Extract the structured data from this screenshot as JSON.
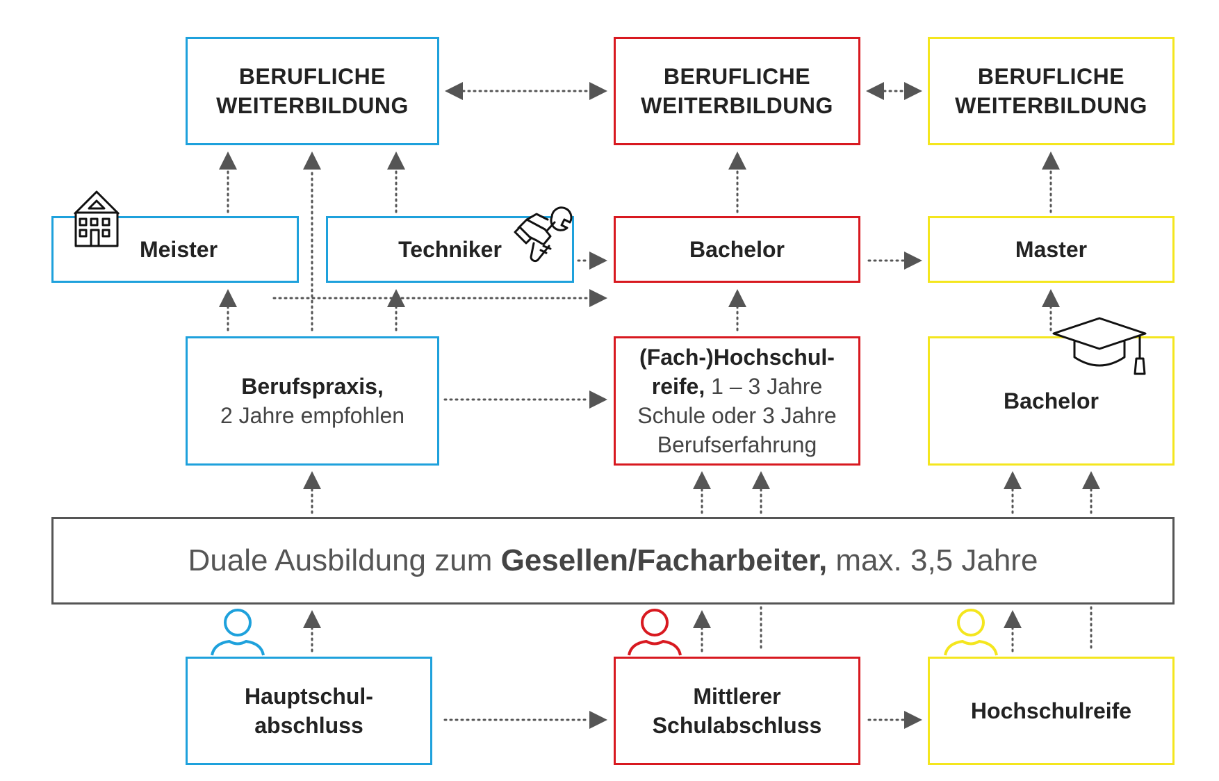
{
  "colors": {
    "blue": "#1ea1dc",
    "red": "#d81920",
    "yellow": "#f4e61e",
    "grey": "#555555",
    "arrow": "#555555"
  },
  "top_row": {
    "blue_head": [
      "BERUFLICHE",
      "WEITERBILDUNG"
    ],
    "red_head": [
      "BERUFLICHE",
      "WEITERBILDUNG"
    ],
    "yellow_head": [
      "BERUFLICHE",
      "WEITERBILDUNG"
    ]
  },
  "second_row": {
    "meister": "Meister",
    "techniker": "Techniker",
    "bachelor_red": "Bachelor",
    "master": "Master"
  },
  "third_row": {
    "berufspraxis_bold": "Berufspraxis,",
    "berufspraxis_rest": "2 Jahre empfohlen",
    "hochschulreife_line1": "(Fach-)Hochschul-",
    "hochschulreife_bold2": "reife,",
    "hochschulreife_rest2": " 1 – 3 Jahre",
    "hochschulreife_line3": "Schule oder 3 Jahre",
    "hochschulreife_line4": "Berufserfahrung",
    "bachelor_yellow": "Bachelor"
  },
  "dual_bar": {
    "prefix": "Duale Ausbildung zum ",
    "bold": "Gesellen/Facharbeiter,",
    "suffix": " max. 3,5 Jahre"
  },
  "bottom_row": {
    "hauptschul": [
      "Hauptschul-",
      "abschluss"
    ],
    "mittlerer": [
      "Mittlerer",
      "Schulabschluss"
    ],
    "hochschulreife": "Hochschulreife"
  },
  "icons": {
    "meister": "house-icon",
    "techniker": "handshake-wrench-icon",
    "bachelor_yellow": "graduation-cap-icon",
    "person_blue": "person-icon",
    "person_red": "person-icon",
    "person_yellow": "person-icon"
  }
}
